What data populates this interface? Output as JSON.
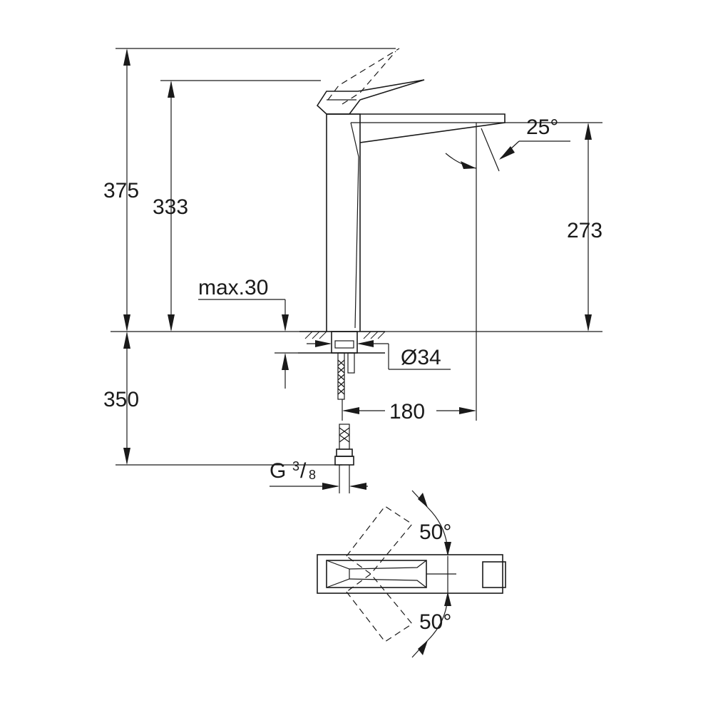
{
  "dimensions": {
    "total_height": "375",
    "handle_height": "333",
    "spout_height": "273",
    "spout_angle": "25°",
    "max_deck": "max.30",
    "hole_diameter": "Ø34",
    "spout_reach": "180",
    "below_deck": "350",
    "thread_prefix": "G",
    "thread_num": "3",
    "thread_sep": "/",
    "thread_den": "8",
    "swivel_angle_top": "50°",
    "swivel_angle_bottom": "50°"
  }
}
